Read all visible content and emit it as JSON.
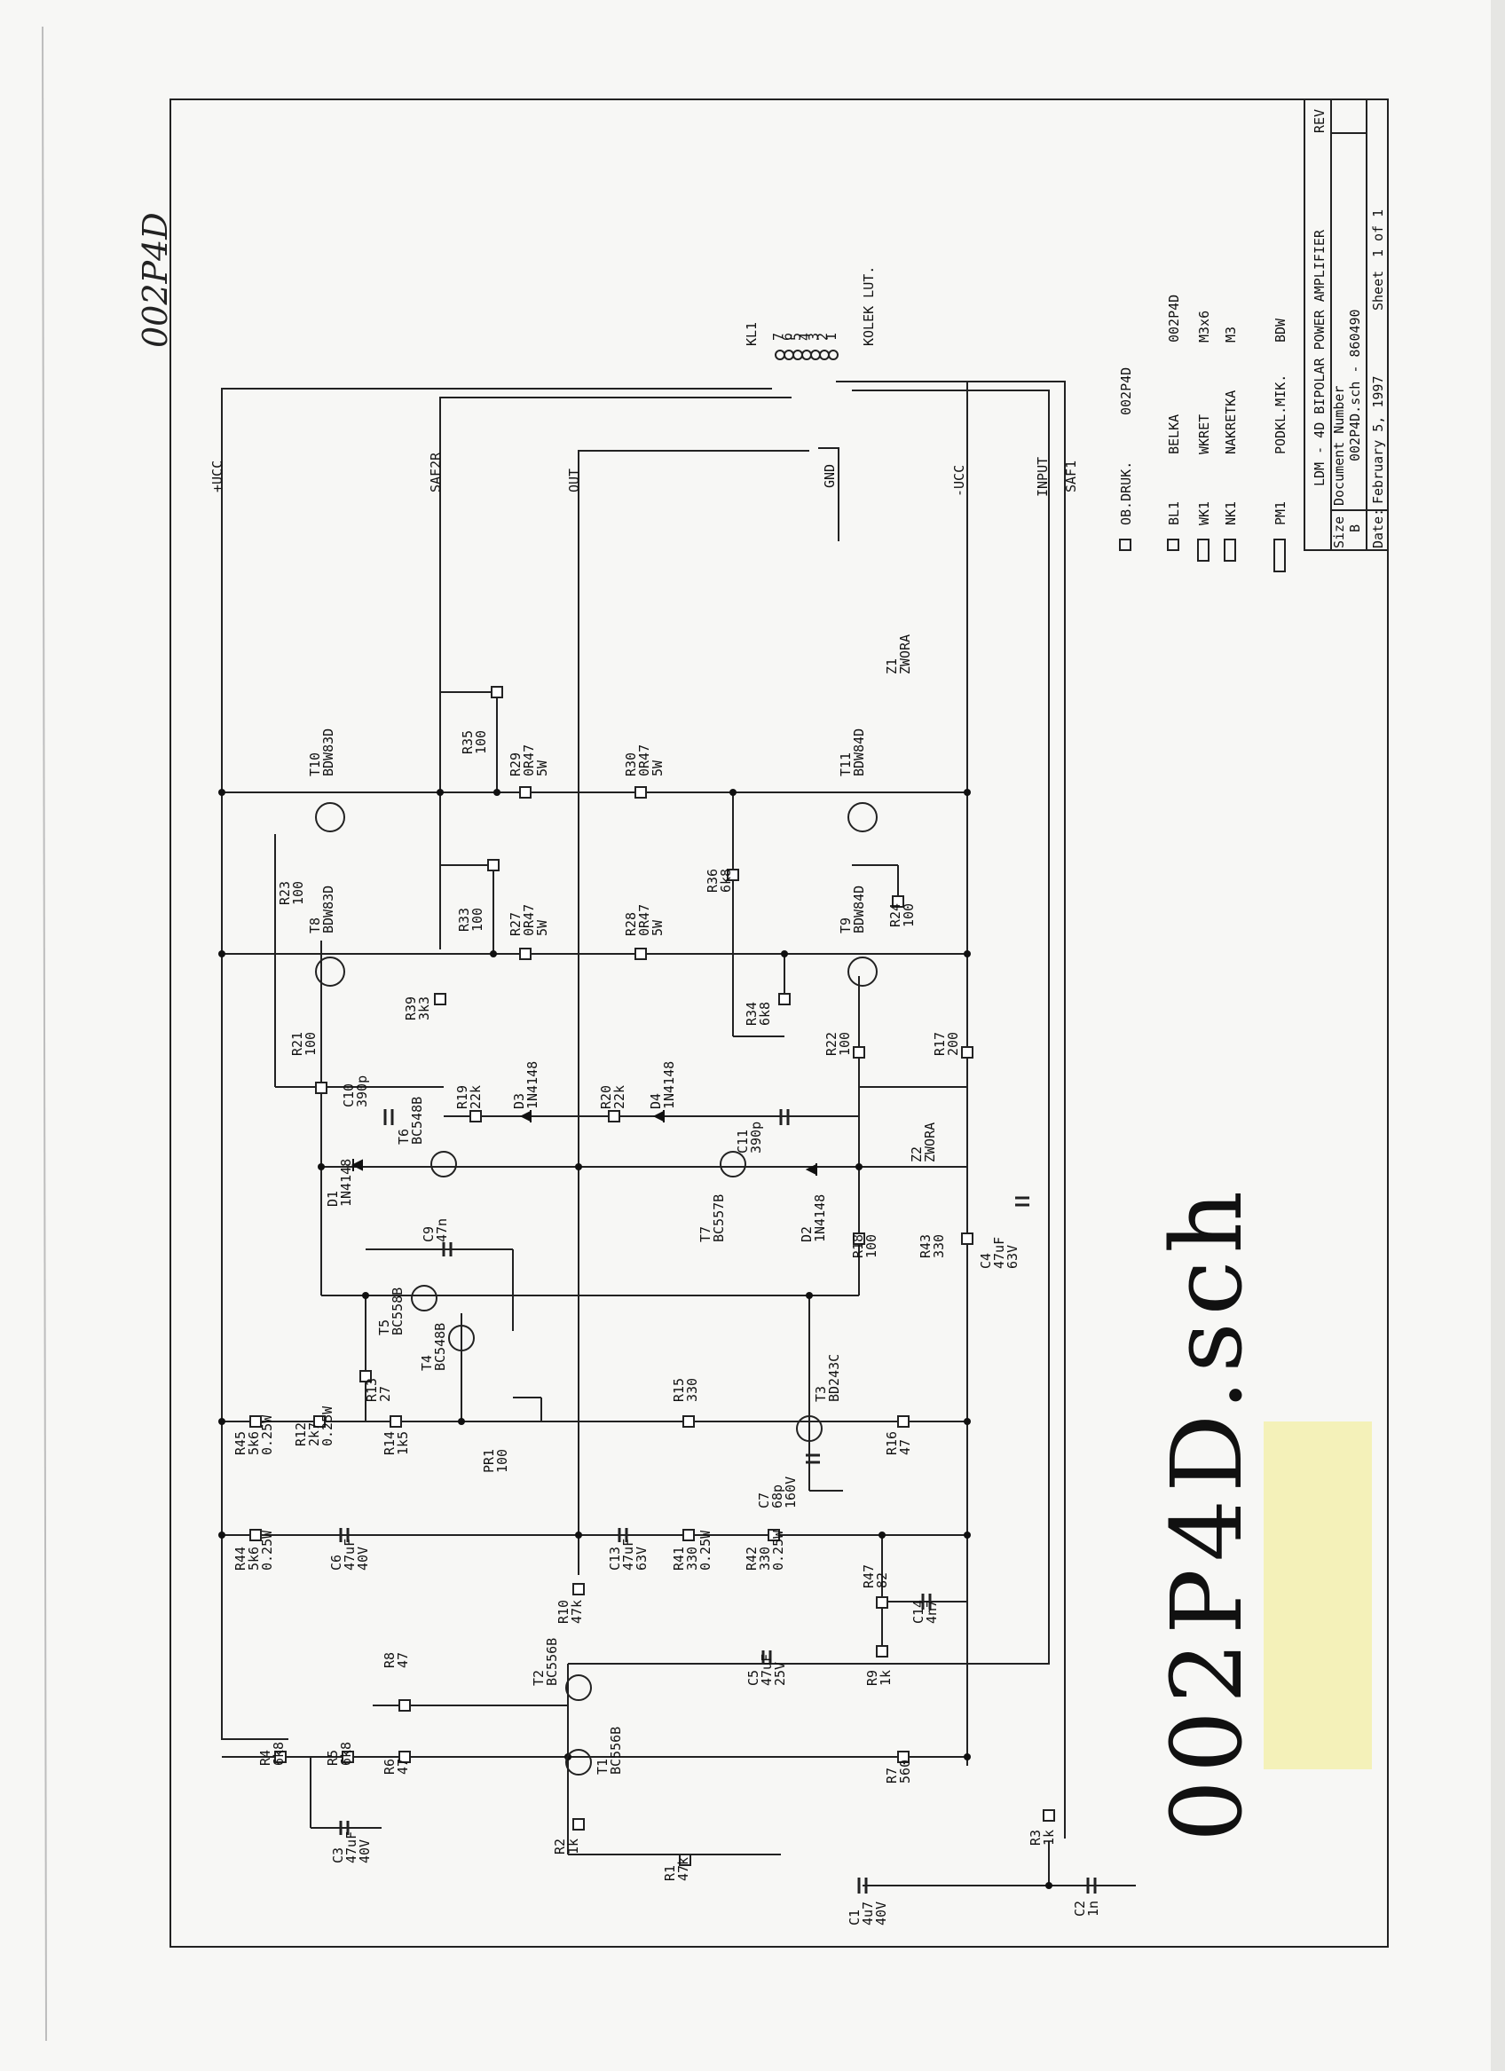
{
  "handwritten_id": "002P4D",
  "big_title": "002P4D.sch",
  "rails": {
    "ucc_pos": "+UCC",
    "ucc_neg": "-UCC",
    "saf2r": "SAF2R",
    "out": "OUT",
    "gnd": "GND",
    "input": "INPUT",
    "saf1": "SAF1"
  },
  "connector": {
    "ref": "KL1",
    "name": "KOLEK LUT.",
    "pins": [
      "7",
      "6",
      "5",
      "4",
      "3",
      "2",
      "1"
    ]
  },
  "parts": {
    "ob_druk": "OB.DRUK.",
    "ob_druk_val": "002P4D",
    "bl1": "BL1",
    "bl1_name": "BELKA",
    "bl1_val": "002P4D",
    "wk1": "WK1",
    "wk1_name": "WKRET",
    "wk1_val": "M3x6",
    "nk1": "NK1",
    "nk1_name": "NAKRETKA",
    "nk1_val": "M3",
    "pm1": "PM1",
    "pm1_name": "PODKL.MIK.",
    "pm1_val": "BDW"
  },
  "title_block": {
    "title": "LDM - 4D BIPOLAR POWER AMPLIFIER",
    "size_label": "Size",
    "size_val": "B",
    "doc_label": "Document Number",
    "doc_val": "002P4D.sch - 860490",
    "rev_label": "REV",
    "date_label": "Date:",
    "date_val": "February  5, 1997",
    "sheet_label": "Sheet",
    "sheet_val": "1 of 1"
  },
  "components": [
    {
      "ref": "T10",
      "val": "BDW83D"
    },
    {
      "ref": "T8",
      "val": "BDW83D"
    },
    {
      "ref": "T11",
      "val": "BDW84D"
    },
    {
      "ref": "T9",
      "val": "BDW84D"
    },
    {
      "ref": "T6",
      "val": "BC548B"
    },
    {
      "ref": "T7",
      "val": "BC557B"
    },
    {
      "ref": "T5",
      "val": "BC558B"
    },
    {
      "ref": "T4",
      "val": "BC548B"
    },
    {
      "ref": "T3",
      "val": "BD243C"
    },
    {
      "ref": "T2",
      "val": "BC556B"
    },
    {
      "ref": "T1",
      "val": "BC556B"
    },
    {
      "ref": "R35",
      "val": "100"
    },
    {
      "ref": "R29",
      "val": "0R47 5W"
    },
    {
      "ref": "R30",
      "val": "0R47 5W"
    },
    {
      "ref": "R33",
      "val": "100"
    },
    {
      "ref": "R27",
      "val": "0R47 5W"
    },
    {
      "ref": "R28",
      "val": "0R47 5W"
    },
    {
      "ref": "R36",
      "val": "6k8"
    },
    {
      "ref": "R23",
      "val": "100"
    },
    {
      "ref": "R24",
      "val": "100"
    },
    {
      "ref": "R39",
      "val": "3k3"
    },
    {
      "ref": "R34",
      "val": "6k8"
    },
    {
      "ref": "R21",
      "val": "100"
    },
    {
      "ref": "R22",
      "val": "100"
    },
    {
      "ref": "R17",
      "val": "200"
    },
    {
      "ref": "R19",
      "val": "22k"
    },
    {
      "ref": "R20",
      "val": "22k"
    },
    {
      "ref": "D3",
      "val": "1N4148"
    },
    {
      "ref": "D4",
      "val": "1N4148"
    },
    {
      "ref": "C10",
      "val": "390p"
    },
    {
      "ref": "C11",
      "val": "390p"
    },
    {
      "ref": "D1",
      "val": "1N4148"
    },
    {
      "ref": "D2",
      "val": "1N4148"
    },
    {
      "ref": "C9",
      "val": "47n"
    },
    {
      "ref": "R18",
      "val": "100"
    },
    {
      "ref": "R43",
      "val": "330"
    },
    {
      "ref": "C4",
      "val": "47uF 63V"
    },
    {
      "ref": "Z2",
      "val": "ZWORA"
    },
    {
      "ref": "Z1",
      "val": "ZWORA"
    },
    {
      "ref": "R12",
      "val": "2k7 0.25W"
    },
    {
      "ref": "R13",
      "val": "27"
    },
    {
      "ref": "R14",
      "val": "1k5"
    },
    {
      "ref": "PR1",
      "val": "100"
    },
    {
      "ref": "R15",
      "val": "330"
    },
    {
      "ref": "C7",
      "val": "68p 160V"
    },
    {
      "ref": "R16",
      "val": "47"
    },
    {
      "ref": "R45",
      "val": "5k6 0.25W"
    },
    {
      "ref": "R44",
      "val": "5k6 0.25W"
    },
    {
      "ref": "C6",
      "val": "47uF 40V"
    },
    {
      "ref": "C13",
      "val": "47uF 63V"
    },
    {
      "ref": "R41",
      "val": "330 0.25W"
    },
    {
      "ref": "R42",
      "val": "330 0.25W"
    },
    {
      "ref": "R10",
      "val": "47k"
    },
    {
      "ref": "R47",
      "val": "82"
    },
    {
      "ref": "C14",
      "val": "4n7"
    },
    {
      "ref": "C5",
      "val": "47uF 25V"
    },
    {
      "ref": "R9",
      "val": "1k"
    },
    {
      "ref": "R8",
      "val": "47"
    },
    {
      "ref": "R4",
      "val": "6k8"
    },
    {
      "ref": "R5",
      "val": "6k8"
    },
    {
      "ref": "R6",
      "val": "47"
    },
    {
      "ref": "R7",
      "val": "560"
    },
    {
      "ref": "C3",
      "val": "47uF 40V"
    },
    {
      "ref": "R2",
      "val": "1k"
    },
    {
      "ref": "R1",
      "val": "47k"
    },
    {
      "ref": "C1",
      "val": "4u7 40V"
    },
    {
      "ref": "R3",
      "val": "1k"
    },
    {
      "ref": "C2",
      "val": "1n"
    }
  ]
}
